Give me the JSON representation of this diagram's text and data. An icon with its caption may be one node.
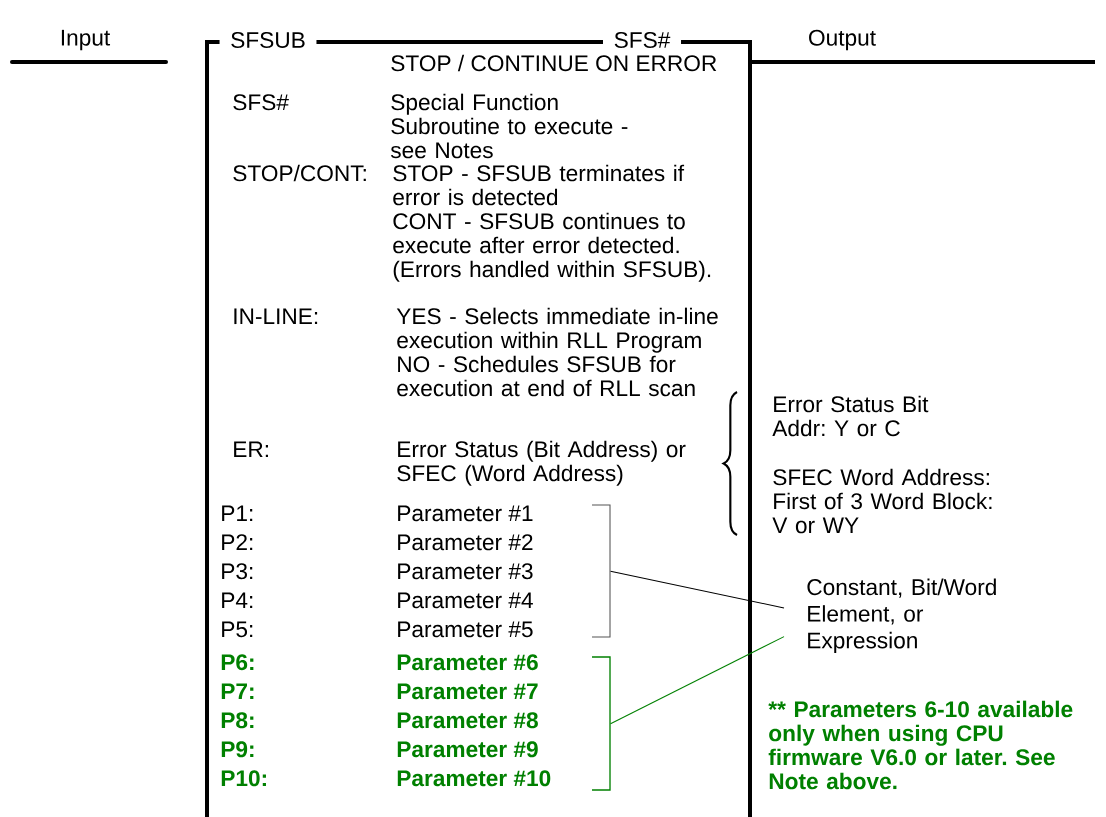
{
  "diagram": {
    "nodes": [
      {
        "text": [
          "SFSUB",
          "SFS#"
        ]
      },
      {
        "text": [],
        "shape": "bracket",
        "in": 0
      },
      {
        "text": [],
        "shape": "bracket",
        "in": 0
      },
      {
        "text": [
          "Constant, Bit/Word Element, or Expression"
        ]
      }
    ],
    "edges": [
      {
        "from": 1,
        "to": 3,
        "arrow": "none"
      },
      {
        "from": 2,
        "to": 3,
        "arrow": "none",
        "color": "#008000"
      }
    ],
    "labels": [
      "Input",
      "Output",
      "STOP / CONTINUE ON ERROR",
      "SFS#",
      "Special Function Subroutine to execute - see Notes",
      "STOP/CONT:",
      "STOP - SFSUB terminates if error is detected",
      "CONT - SFSUB continues to execute after error detected. (Errors handled within SFSUB).",
      "IN-LINE:",
      "YES - Selects immediate in-line execution within RLL Program",
      "NO - Schedules SFSUB for execution at end of RLL scan",
      "Error Status Bit Addr: Y or C",
      "ER:",
      "Error Status (Bit Address) or SFEC (Word Address)",
      "SFEC Word Address: First of 3 Word Block: V or WY",
      "P1:",
      "Parameter #1",
      "P2:",
      "Parameter #2",
      "P3:",
      "Parameter #3",
      "P4:",
      "Parameter #4",
      "P5:",
      "Parameter #5",
      "P6:",
      "Parameter #6",
      "P7:",
      "Parameter #7",
      "P8:",
      "Parameter #8",
      "P9:",
      "Parameter #9",
      "P10:",
      "Parameter #10",
      "** Parameters 6-10 available only when using CPU firmware V6.0 or later. See Note above."
    ]
  }
}
